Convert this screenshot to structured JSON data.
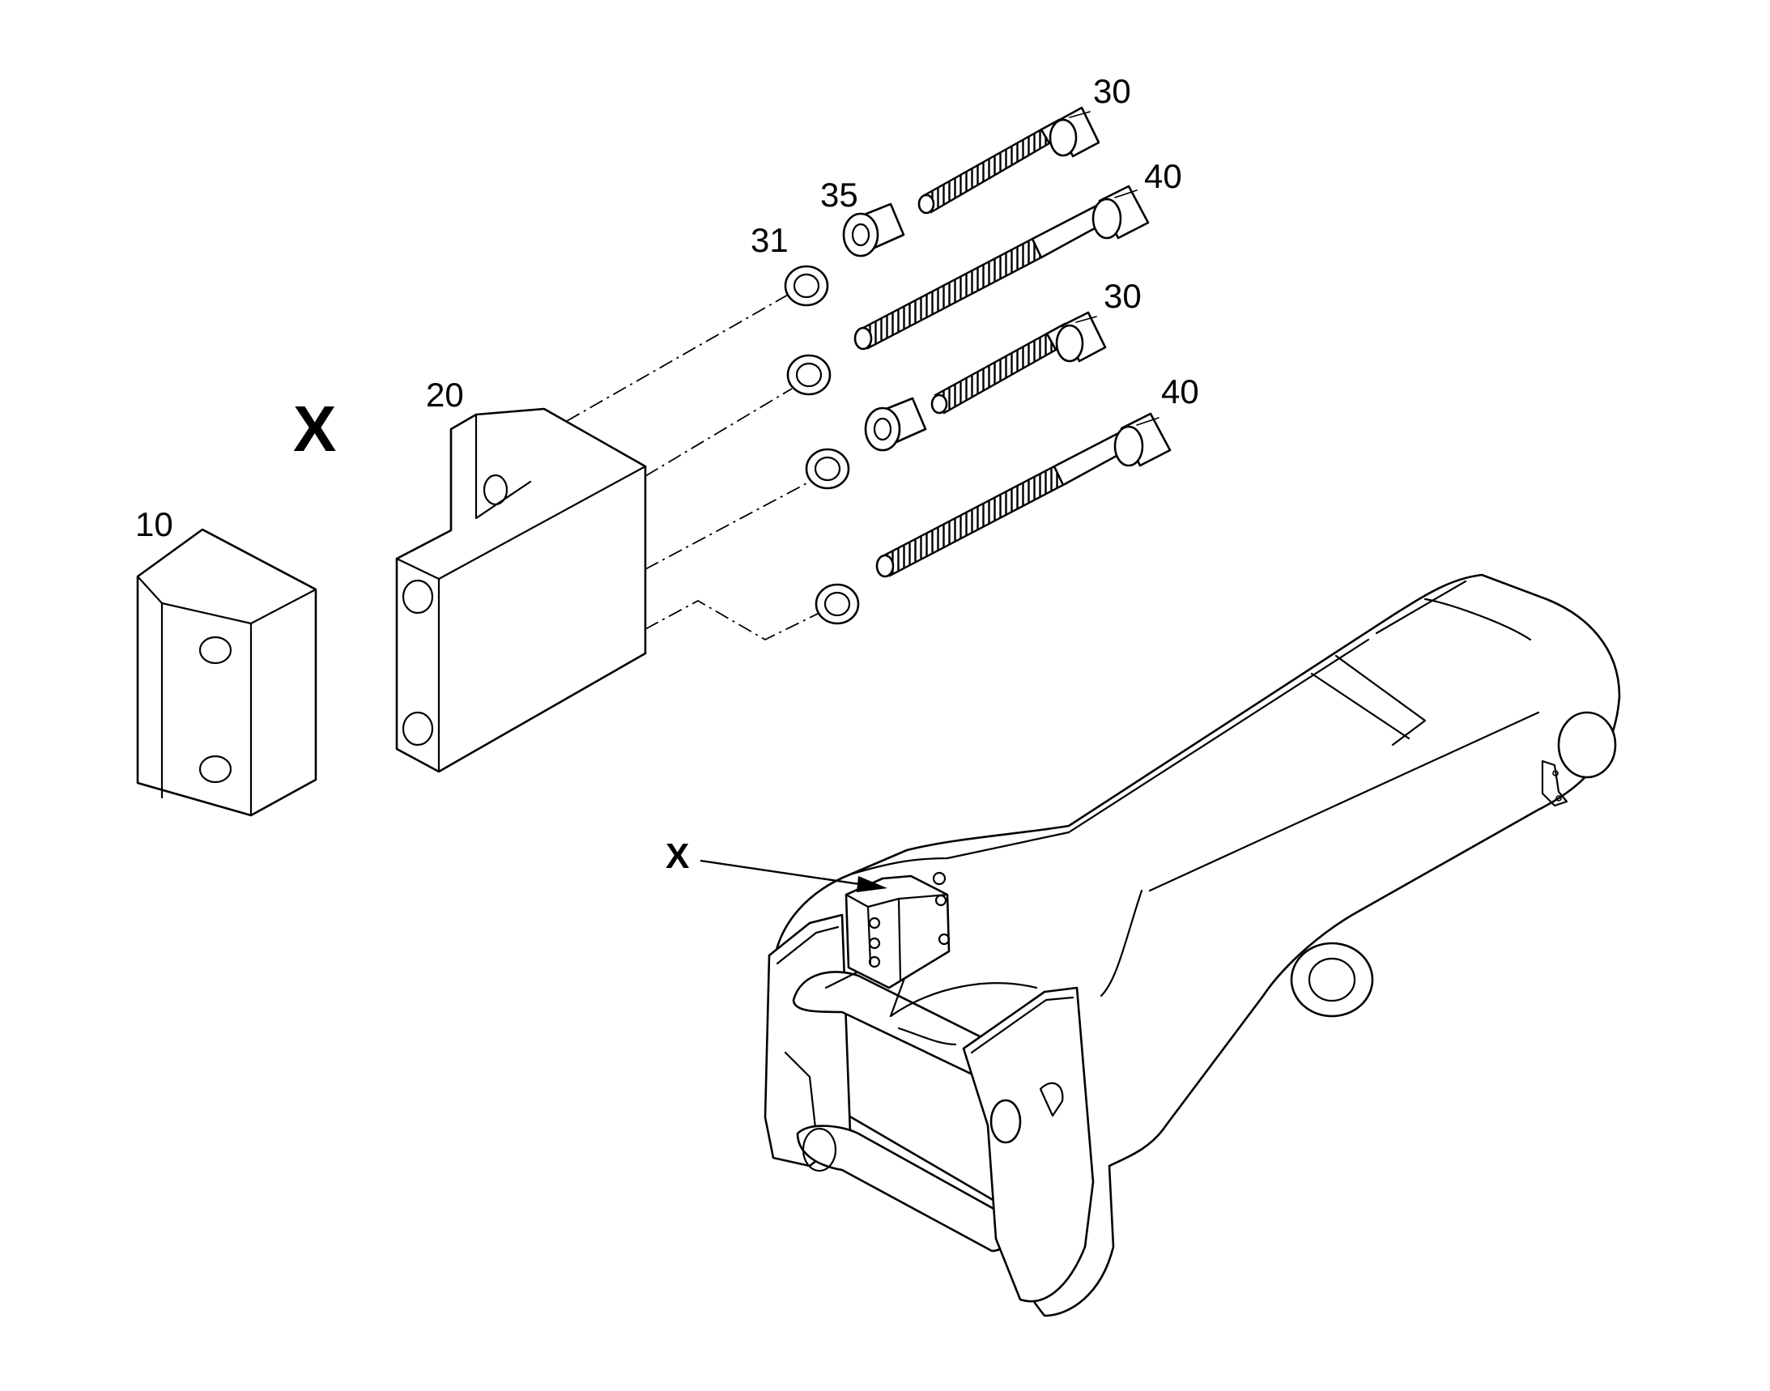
{
  "callouts": {
    "part_10": "10",
    "part_20": "20",
    "part_31": "31",
    "part_35": "35",
    "part_30_top": "30",
    "part_40_top": "40",
    "part_30_mid": "30",
    "part_40_bottom": "40"
  },
  "detail_label": "X",
  "assembly_pointer_label": "X",
  "colors": {
    "line": "#000000",
    "background": "#ffffff"
  }
}
